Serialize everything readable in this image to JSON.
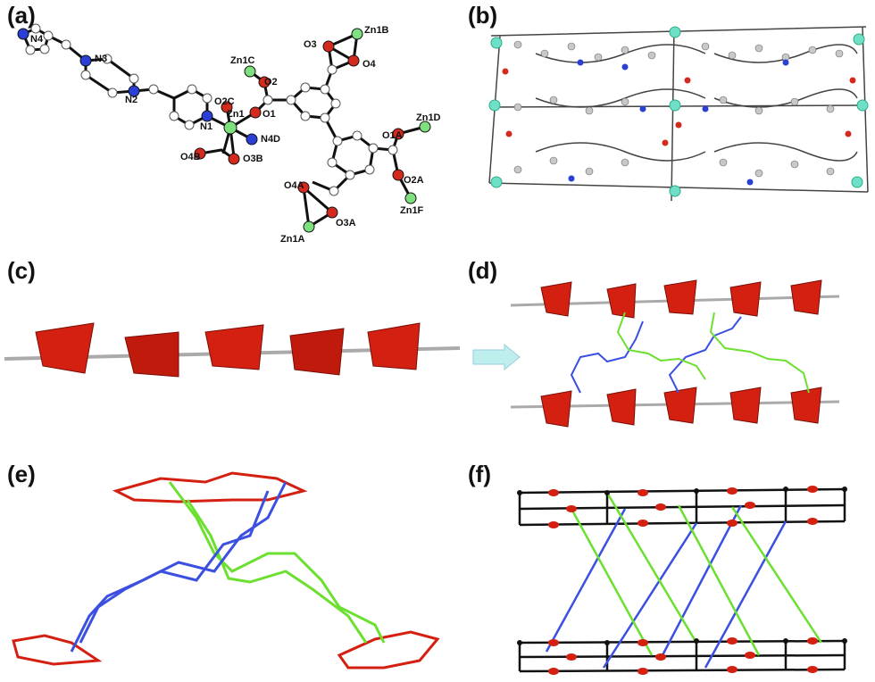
{
  "panels": {
    "a": {
      "label": "(a)"
    },
    "b": {
      "label": "(b)"
    },
    "c": {
      "label": "(c)"
    },
    "d": {
      "label": "(d)"
    },
    "e": {
      "label": "(e)"
    },
    "f": {
      "label": "(f)"
    }
  },
  "atom_labels": {
    "N4": "N4",
    "N3": "N3",
    "N2": "N2",
    "N1": "N1",
    "Zn1C": "Zn1C",
    "O2": "O2",
    "O2C": "O2C",
    "Zn1": "Zn1",
    "O1": "O1",
    "N4D": "N4D",
    "O4B": "O4B",
    "O3B": "O3B",
    "O3": "O3",
    "Zn1B": "Zn1B",
    "O4": "O4",
    "O1A": "O1A",
    "Zn1D": "Zn1D",
    "O2A": "O2A",
    "Zn1F": "Zn1F",
    "O4A": "O4A",
    "O3A": "O3A",
    "Zn1A": "Zn1A"
  },
  "colors": {
    "carbon": "#c8c8c8",
    "nitrogen": "#2a3fd6",
    "oxygen": "#d42a1e",
    "zinc": "#7fe07f",
    "zinc_b": "#6fe0c8",
    "polyhedron": "#d42010",
    "ligand_blue": "#3b4fe0",
    "ligand_green": "#6ce030",
    "arrow": "#bfeeee"
  }
}
